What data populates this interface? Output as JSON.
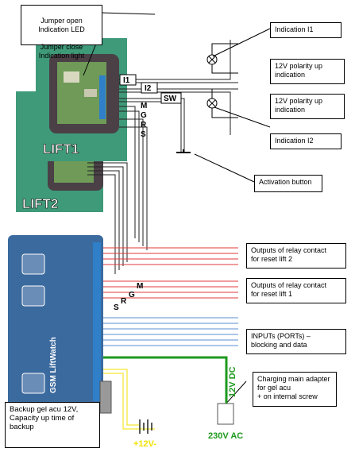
{
  "callouts": {
    "jumper_open": "Jumper open\nIndication LED",
    "jumper_close": "Jumper close\nIndication light",
    "indication_i1": "Indication I1",
    "polarity_1": "12V polarity up\nindication",
    "polarity_2": "12V polarity up\nindication",
    "indication_i2": "Indication I2",
    "activation_button": "Activation button",
    "outputs_lift2": "Outputs of relay contact\nfor reset lift 2",
    "outputs_lift1": "Outputs of relay contact\nfor reset lift 1",
    "inputs": "INPUTs (PORTs) –\nblocking and data",
    "charging": "Charging main adapter\nfor gel acu\n+ on internal screw",
    "backup": "Backup gel acu 12V,\nCapacity up time of\nbackup"
  },
  "labels": {
    "lift1": "LIFT1",
    "lift2": "LIFT2",
    "i1": "I1",
    "i2": "I2",
    "sw": "SW",
    "m": "M",
    "g": "G",
    "r": "R",
    "s": "S",
    "device": "GSM LiftWatch",
    "dc": "12V DC",
    "ac": "230V AC",
    "battery": "+12V-"
  },
  "colors": {
    "panel_green": "#3f9a7a",
    "module_dark": "#4a4046",
    "board_green": "#6f9a58",
    "device_blue": "#3b6a9e",
    "terminal_blue": "#2f7fc9",
    "relay_red": "#e23a3a",
    "input_blue": "#5a8fd0",
    "power_green": "#1e9a1e",
    "battery_yellow": "#f2e200"
  }
}
